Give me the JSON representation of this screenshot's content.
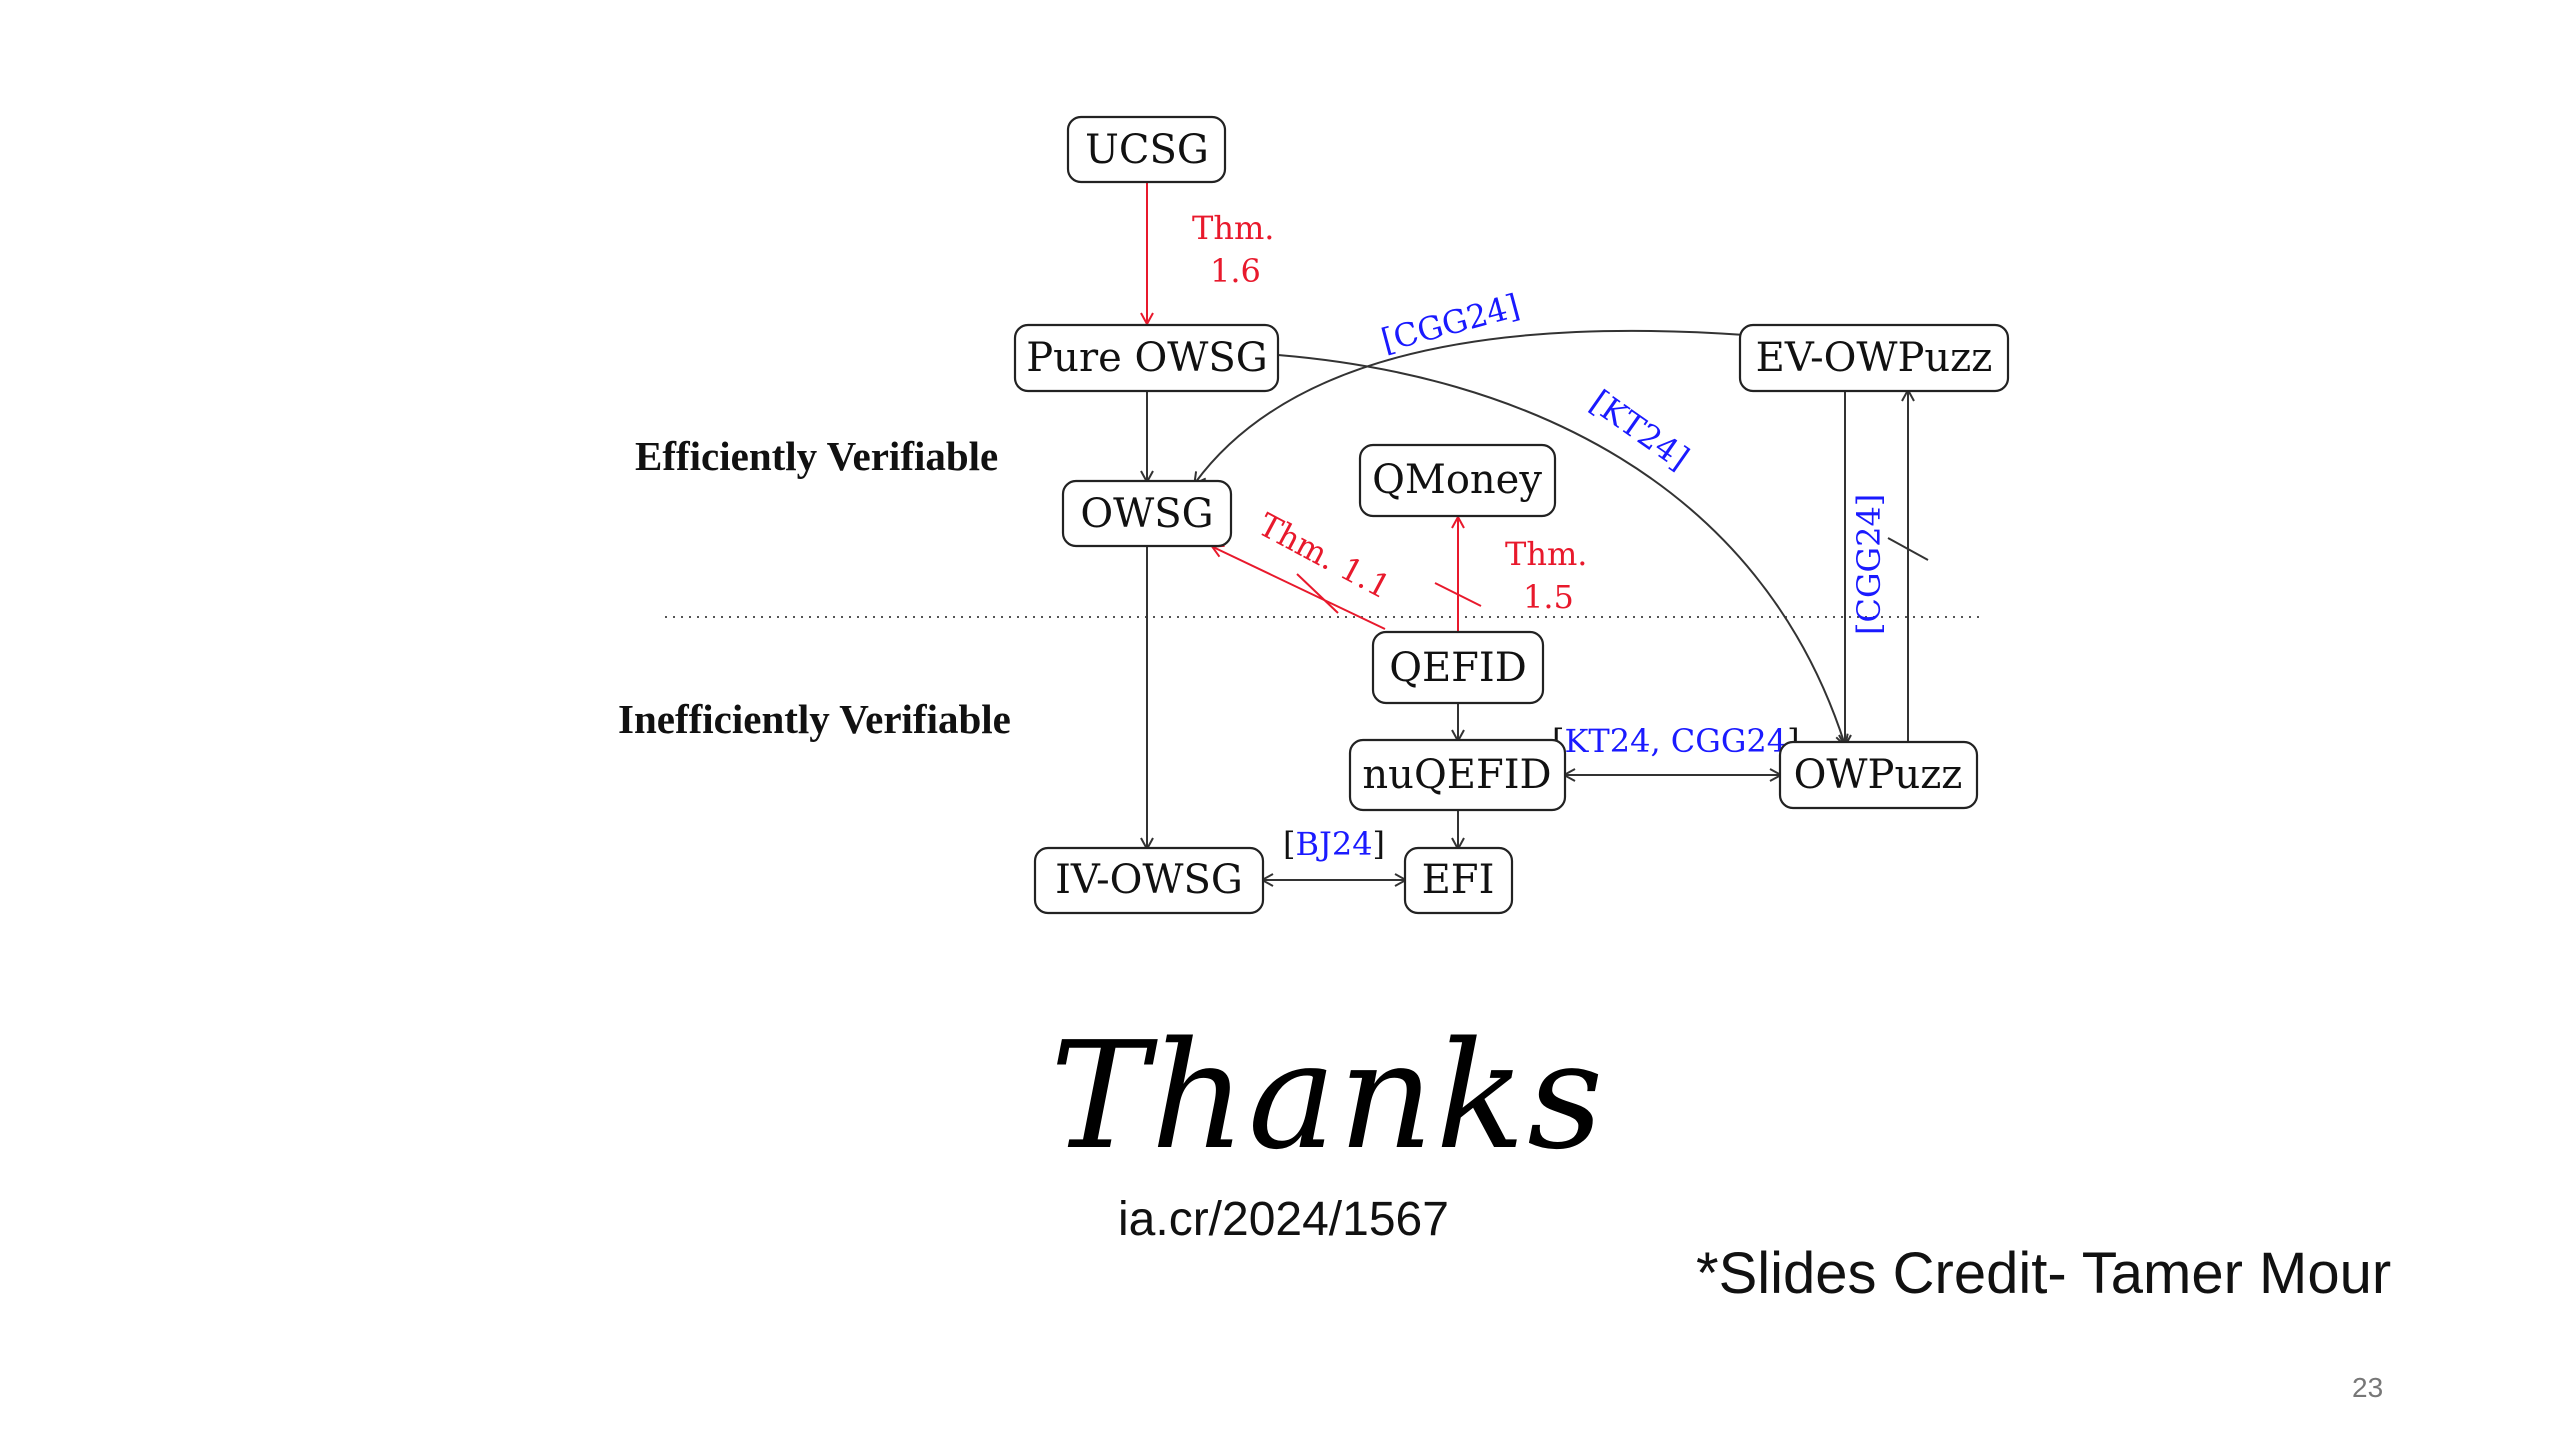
{
  "diagram": {
    "nodes": {
      "ucsg": "UCSG",
      "pure_owsg": "Pure OWSG",
      "ev_owpuzz": "EV-OWPuzz",
      "owsg": "OWSG",
      "qmoney": "QMoney",
      "qefid": "QEFID",
      "nuqefid": "nuQEFID",
      "owpuzz": "OWPuzz",
      "iv_owsg": "IV-OWSG",
      "efi": "EFI"
    },
    "regions": {
      "efficient": "Efficiently Verifiable",
      "inefficient": "Inefficiently Verifiable"
    },
    "edge_labels": {
      "thm_1_6_line1": "Thm.",
      "thm_1_6_line2": "1.6",
      "cgg24_top": "[CGG24]",
      "kt24_curve": "[KT24]",
      "thm_1_1": "Thm. 1.1",
      "thm_1_5_line1": "Thm.",
      "thm_1_5_line2": "1.5",
      "cgg24_vertical": "[CGG24]",
      "kt24_cgg24_open": "[",
      "kt24_cgg24_text": "KT24, CGG24",
      "kt24_cgg24_close": "]",
      "bj24_open": "[",
      "bj24_text": "BJ24",
      "bj24_close": "]"
    },
    "colors": {
      "citation": "#1a1aff",
      "theorem": "#e8192c",
      "edge": "#333333"
    }
  },
  "footer": {
    "thanks": "Thanks",
    "link": "ia.cr/2024/1567",
    "credit": "*Slides Credit- Tamer Mour",
    "page_number": "23"
  }
}
